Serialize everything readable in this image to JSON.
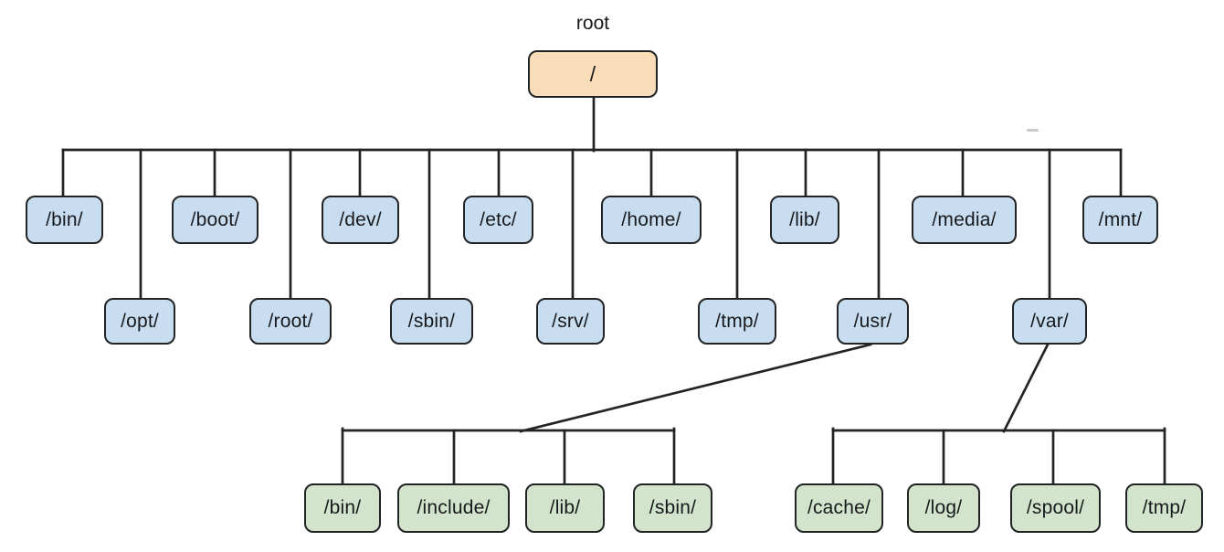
{
  "colors": {
    "root-fill": "#f9dcb8",
    "dir-fill": "#c9ddf0",
    "subdir-fill": "#d2e4cc",
    "line": "#212325",
    "text": "#17191c"
  },
  "tree": {
    "caption": "root",
    "root_label": "/",
    "row1": [
      "/bin/",
      "/boot/",
      "/dev/",
      "/etc/",
      "/home/",
      "/lib/",
      "/media/",
      "/mnt/"
    ],
    "row2": [
      "/opt/",
      "/root/",
      "/sbin/",
      "/srv/",
      "/tmp/",
      "/usr/",
      "/var/"
    ],
    "usr_children": [
      "/bin/",
      "/include/",
      "/lib/",
      "/sbin/"
    ],
    "var_children": [
      "/cache/",
      "/log/",
      "/spool/",
      "/tmp/"
    ]
  }
}
